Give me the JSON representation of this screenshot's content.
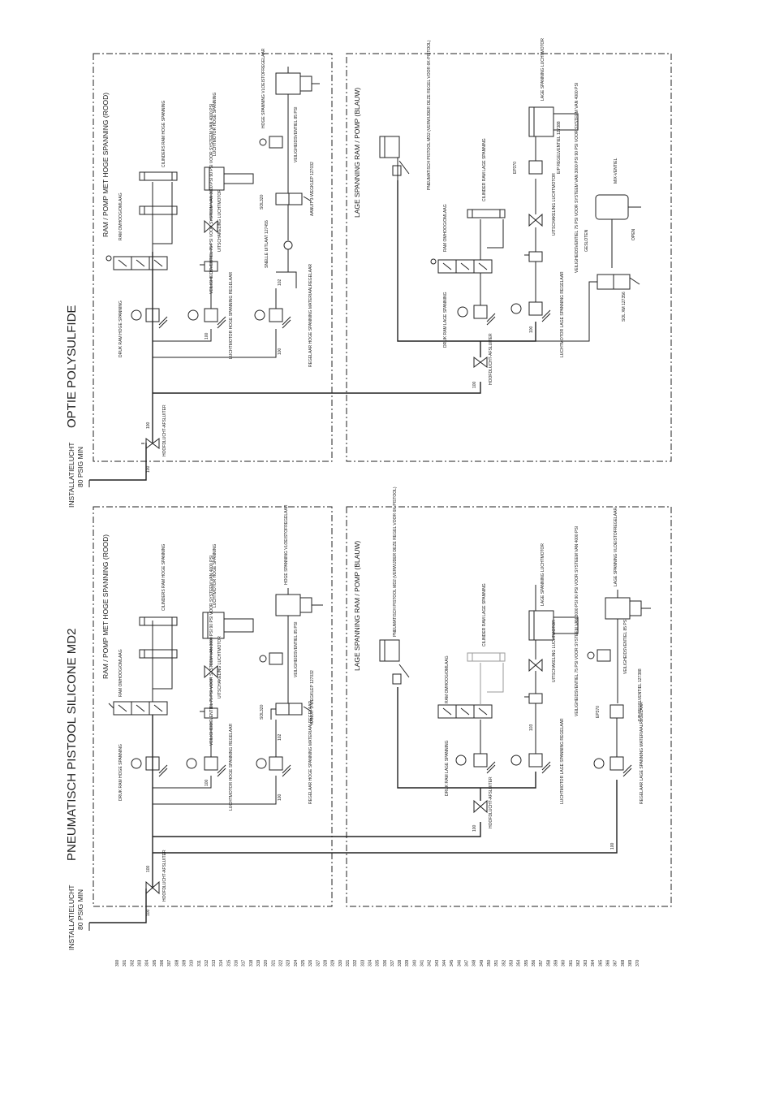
{
  "sections": {
    "top_title": "OPTIE POLYSULFIDE",
    "bottom_title": "PNEUMATISCH PISTOOL SILICONE MD2",
    "supply_label": "INSTALLATIELUCHT",
    "supply_pressure": "80 PSIG MIN"
  },
  "top": {
    "red_header": "RAM / POMP MET HOGE SPANNING (ROOD)",
    "blue_header": "LAGE SPANNING RAM / POMP (BLAUW)",
    "main_shutoff": "HOOFDLUCHT-AFSLUITER",
    "red": {
      "cyl_ram": "CILINDERS RAM HOGE SPANNING",
      "air_motor": "LUCHTMOTOR HOGE SPANNING",
      "fluid_reg": "HOGE SPANNING VLOEISTOFREGELAAR",
      "ram_updown": "RAM OMHOOG/OMLAAG",
      "press_ram": "DRUK RAM HOGE SPANNING",
      "motor_reg": "LUCHTMOTOR HOGE SPANNING REGELAAR",
      "safety_valve": "VEILIGHEIDSVENTIEL 75 PSI VOOR SYSTEEM VAN 3000 PSI 90 PSI VOOR SYSTEEM VAN 4000 PSI",
      "exhaust": "UITSCHAKELING LUCHTMOTOR",
      "sol": "SOL320",
      "valve_85": "VEILIGHEIDSVENTIEL 85 PSI",
      "quick": "SNELLE UITLAAT 127455",
      "conn": "AANUIT 3-WEGKLEP 127032",
      "mat_reg": "REGELAAR HOGE SPANNING MATERIAALREGELAAR",
      "n100": "100",
      "n102": "102"
    },
    "blue": {
      "pistol": "PNEUMATISCH PISTOOL MD2 (VERWIJDER DEZE REGEL VOOR 6K-PISTOOL)",
      "cyl_ram": "CILINDER RAM LAGE SPANNING",
      "motor": "LAGE SPANNING LUCHTMOTOR",
      "ep": "EP370",
      "ep_reg": "E/P REGELVENTIEL 127388",
      "mix": "MIX-VENTIEL",
      "open": "OPEN",
      "closed": "GESLOTEN",
      "sol": "SOL XM 127356",
      "ram_updown": "RAM OMHOOG/OMLAAG",
      "press_ram": "DRUK RAM LAGE SPANNING",
      "exhaust": "UITSCHAKELING LUCHTMOTOR",
      "safety_valve": "VEILIGHEIDSVENTIEL 75 PSI VOOR SYSTEEM VAN 3000 PSI 90 PSI VOOR SYSTEEM VAN 4000 PSI",
      "motor_reg": "LUCHTMOTOR LAGE SPANNING REGELAAR",
      "n100": "100"
    }
  },
  "bottom": {
    "red_header": "RAM / POMP MET HOGE SPANNING (ROOD)",
    "blue_header": "LAGE SPANNING RAM / POMP (BLAUW)",
    "main_shutoff": "HOOFDLUCHT-AFSLUITER",
    "red": {
      "cyl_ram": "CILINDERS RAM HOGE SPANNING",
      "air_motor": "LUCHTMOTOR HOGE SPANNING",
      "fluid_reg": "HOGE SPANNING VLOEISTOFREGELAAR",
      "ram_updown": "RAM OMHOOG/OMLAAG",
      "press_ram": "DRUK RAM HOGE SPANNING",
      "motor_reg": "LUCHTMOTOR HOGE SPANNING REGELAAR",
      "safety_valve": "VEILIGHEIDSVENTIEL 75 PSI VOOR SYSTEEM VAN 3000 PSI 90 PSI VOOR SYSTEEM VAN 4000 PSI",
      "exhaust": "UITSCHAKELING LUCHTMOTOR",
      "sol": "SOL320",
      "valve_85": "VEILIGHEIDSVENTIEL 85 PSI",
      "conn": "AANUIT 3-WEGKLEP 127032",
      "mat_reg": "REGELAAR HOGE SPANNING MATERIAALREGELAAR",
      "n100": "100",
      "n102": "102"
    },
    "blue": {
      "pistol": "PNEUMATISCH PISTOOL MD2 (VERWIJDER DEZE REGEL VOOR 6K-PISTOOL)",
      "cyl_ram": "CILINDER RAM LAGE SPANNING",
      "motor": "LAGE SPANNING LUCHTMOTOR",
      "fluid_reg": "LAGE SPANNING VLOEISTOFREGELAAR",
      "ep": "EP370",
      "ep_reg": "E/P REGELVENTIEL 127388",
      "valve_85": "VEILIGHEIDSVENTIEL 85 PSI",
      "ram_updown": "RAM OMHOOG/OMLAAG",
      "press_ram": "DRUK RAM LAGE SPANNING",
      "exhaust": "UITSCHAKELING LUCHTMOTOR",
      "safety_valve": "VEILIGHEIDSVENTIEL 75 PSI VOOR SYSTEEM VAN 3000 PSI 90 PSI VOOR SYSTEEM VAN 4000 PSI",
      "motor_reg": "LUCHTMOTOR LAGE SPANNING REGELAAR",
      "mat_reg": "REGELAAR LAGE SPANNING MATERIAALREGELAAR",
      "n100": "100",
      "n103": "103"
    }
  },
  "line_numbers": [
    "300",
    "301",
    "302",
    "303",
    "304",
    "305",
    "306",
    "307",
    "308",
    "309",
    "310",
    "311",
    "312",
    "313",
    "314",
    "315",
    "316",
    "317",
    "318",
    "319",
    "320",
    "321",
    "322",
    "323",
    "324",
    "325",
    "326",
    "327",
    "328",
    "329",
    "330",
    "331",
    "332",
    "333",
    "334",
    "335",
    "336",
    "337",
    "338",
    "339",
    "340",
    "341",
    "342",
    "343",
    "344",
    "345",
    "346",
    "347",
    "348",
    "349",
    "350",
    "351",
    "352",
    "353",
    "354",
    "355",
    "356",
    "357",
    "358",
    "359",
    "360",
    "361",
    "362",
    "363",
    "364",
    "365",
    "366",
    "367",
    "368",
    "369",
    "370"
  ]
}
